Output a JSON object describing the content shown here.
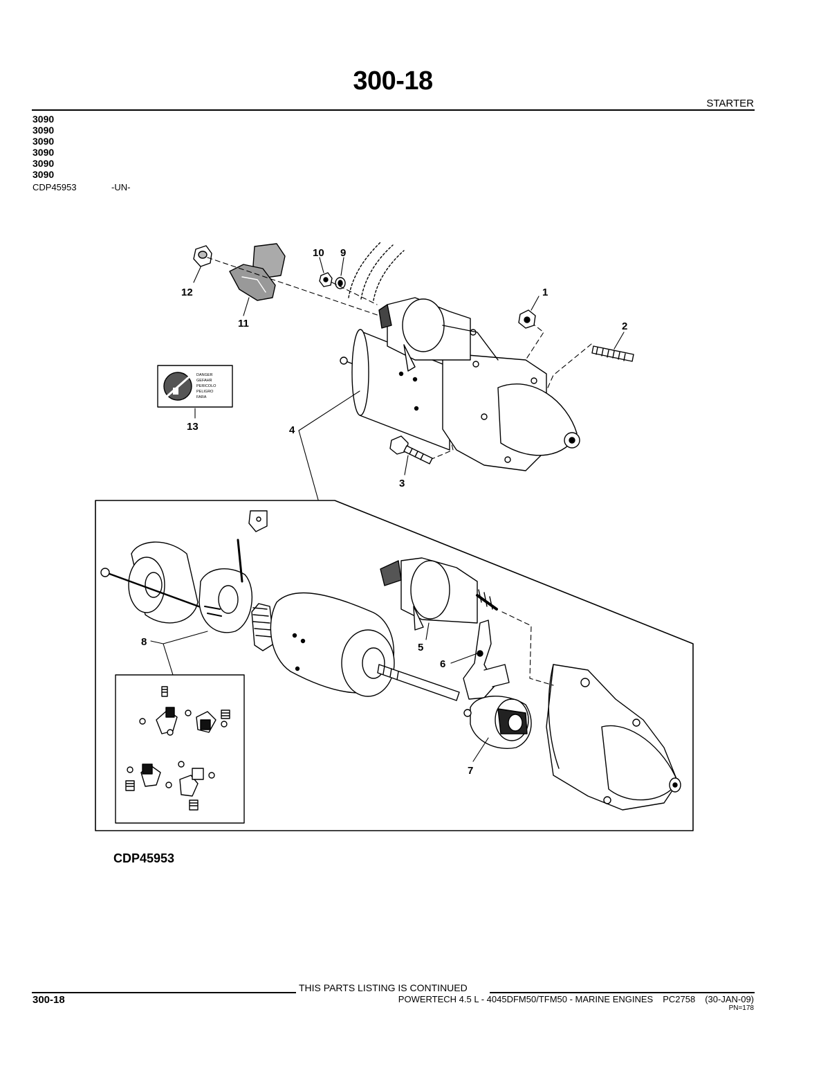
{
  "header": {
    "page_title": "300-18",
    "section": "STARTER",
    "codes": [
      "3090",
      "3090",
      "3090",
      "3090",
      "3090",
      "3090"
    ],
    "reference": "CDP45953",
    "reference_suffix": "-UN-"
  },
  "figure": {
    "callouts": [
      "1",
      "2",
      "3",
      "4",
      "5",
      "6",
      "7",
      "8",
      "9",
      "10",
      "11",
      "12",
      "13"
    ],
    "warning_label_lines": [
      "DANGER",
      "GEFAHR",
      "PERICOLO",
      "PELIGRO",
      "FARA"
    ],
    "figure_code": "CDP45953"
  },
  "footer": {
    "continued": "THIS PARTS LISTING IS CONTINUED",
    "page_number": "300-18",
    "manual_title": "POWERTECH 4.5 L - 4045DFM50/TFM50 - MARINE ENGINES",
    "pc_number": "PC2758",
    "date": "(30-JAN-09)",
    "pn": "PN=178"
  }
}
